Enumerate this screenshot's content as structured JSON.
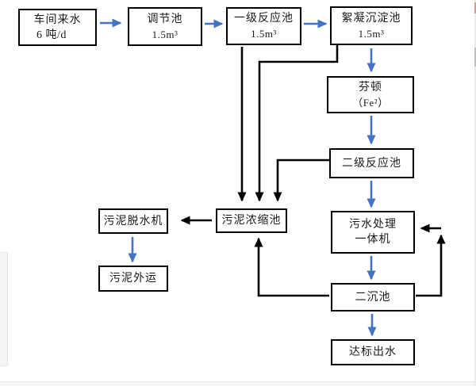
{
  "colors": {
    "flow-arrow": "#4472C4",
    "sludge-arrow": "#000000",
    "box-border": "#000000",
    "page-bg": "#ffffff",
    "edge-gray": "#f4f4f4"
  },
  "nodes": {
    "workshop_water": {
      "line1": "车间来水",
      "line2": "6 吨/d"
    },
    "regulating_tank": {
      "line1": "调节池",
      "line2": "1.5m³"
    },
    "primary_reaction_tank": {
      "line1": "一级反应池",
      "line2": "1.5m³"
    },
    "flocculation_tank": {
      "line1": "絮凝沉淀池",
      "line2": "1.5m³"
    },
    "fenton": {
      "line1": "芬顿",
      "line2": "（Fe²）"
    },
    "secondary_reaction_tank": {
      "line1": "二级反应池"
    },
    "sewage_treatment_unit": {
      "line1": "污水处理",
      "line2": "一体机"
    },
    "secondary_sedimentation_tank": {
      "line1": "二沉池"
    },
    "standard_effluent": {
      "line1": "达标出水"
    },
    "sludge_dewatering_machine": {
      "line1": "污泥脱水机"
    },
    "sludge_thickening_tank": {
      "line1": "污泥浓缩池"
    },
    "sludge_transport": {
      "line1": "污泥外运"
    }
  },
  "edges": [
    {
      "from": "workshop_water",
      "to": "regulating_tank",
      "color": "blue"
    },
    {
      "from": "regulating_tank",
      "to": "primary_reaction_tank",
      "color": "blue"
    },
    {
      "from": "primary_reaction_tank",
      "to": "flocculation_tank",
      "color": "blue"
    },
    {
      "from": "flocculation_tank",
      "to": "fenton",
      "color": "blue"
    },
    {
      "from": "fenton",
      "to": "secondary_reaction_tank",
      "color": "blue"
    },
    {
      "from": "secondary_reaction_tank",
      "to": "sewage_treatment_unit",
      "color": "blue"
    },
    {
      "from": "sewage_treatment_unit",
      "to": "secondary_sedimentation_tank",
      "color": "blue"
    },
    {
      "from": "secondary_sedimentation_tank",
      "to": "standard_effluent",
      "color": "blue"
    },
    {
      "from": "primary_reaction_tank",
      "to": "sludge_thickening_tank",
      "color": "black"
    },
    {
      "from": "flocculation_tank",
      "to": "sludge_thickening_tank",
      "color": "black"
    },
    {
      "from": "secondary_reaction_tank",
      "to": "sludge_thickening_tank",
      "color": "black"
    },
    {
      "from": "secondary_sedimentation_tank",
      "to": "sludge_thickening_tank",
      "color": "black"
    },
    {
      "from": "secondary_sedimentation_tank",
      "to": "sewage_treatment_unit",
      "color": "black"
    },
    {
      "from": "sludge_thickening_tank",
      "to": "sludge_dewatering_machine",
      "color": "black"
    },
    {
      "from": "sludge_dewatering_machine",
      "to": "sludge_transport",
      "color": "blue"
    }
  ]
}
